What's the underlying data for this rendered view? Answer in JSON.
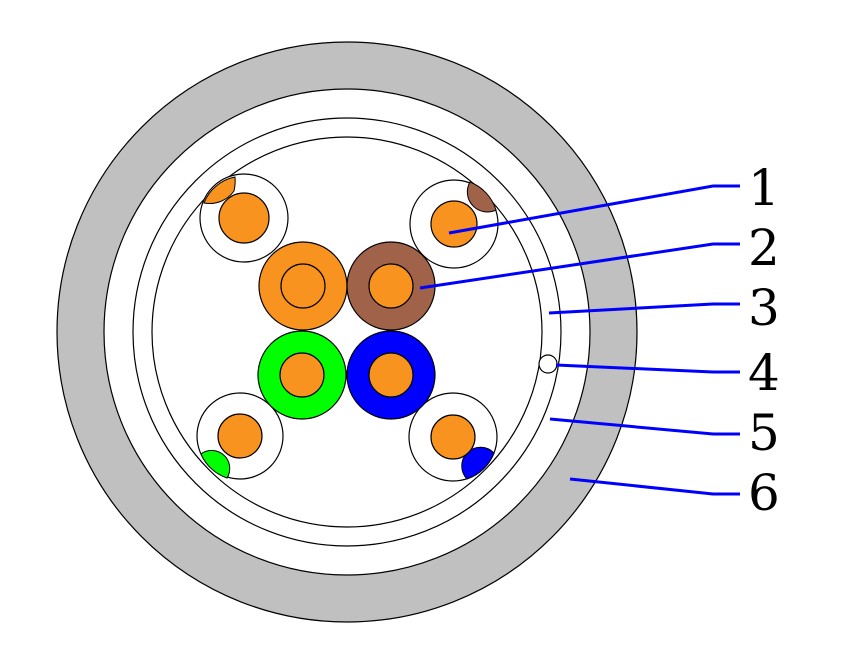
{
  "colors": {
    "jacket": "#c0c0c0",
    "leader": "#0000ff",
    "outline": "#000000",
    "background": "#ffffff",
    "core_orange": "#f7931e",
    "brown": "#a0634a",
    "green": "#00ff00",
    "blue": "#0000ff"
  },
  "callouts": [
    {
      "label": "1"
    },
    {
      "label": "2"
    },
    {
      "label": "3"
    },
    {
      "label": "4"
    },
    {
      "label": "5"
    },
    {
      "label": "6"
    }
  ]
}
